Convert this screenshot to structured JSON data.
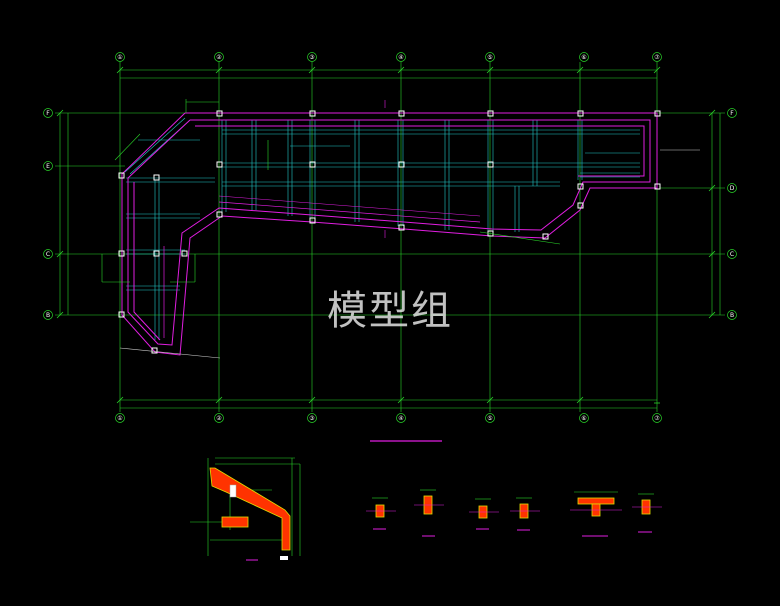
{
  "watermark": "模型组",
  "axes": {
    "columns": [
      "①",
      "②",
      "③",
      "④",
      "⑤",
      "⑥",
      "⑦"
    ],
    "rows": [
      "F",
      "E",
      "D",
      "C",
      "B"
    ]
  },
  "colors": {
    "background": "#000000",
    "grid": "#29d629",
    "beam": "#e01ee0",
    "secondary_beam": "#22c8c8",
    "column": "#ffffff",
    "section_fill": "#ff3300",
    "section_outline": "#e0e000"
  }
}
